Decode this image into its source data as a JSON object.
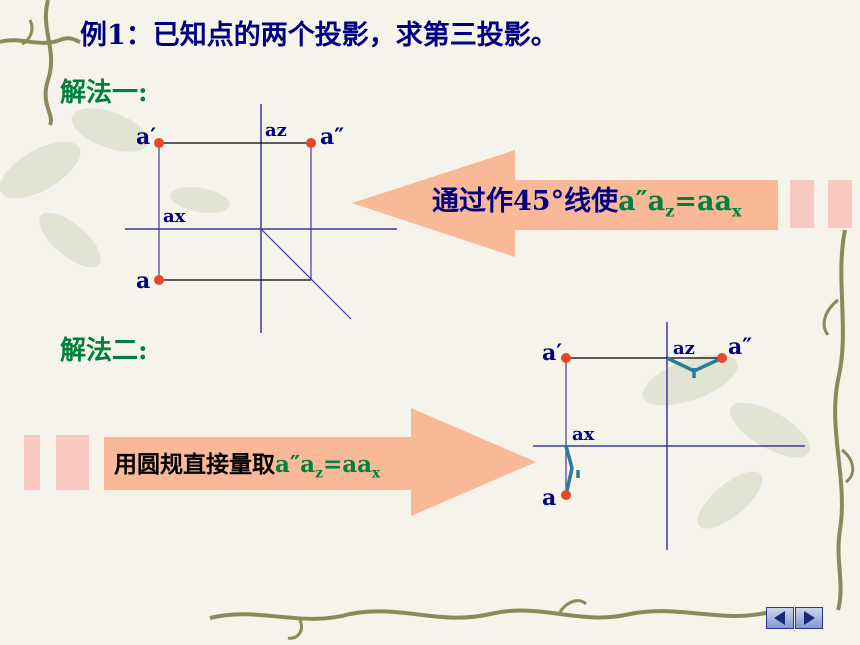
{
  "slide": {
    "title": "例1：已知点的两个投影，求第三投影。",
    "method1": "解法一:",
    "method2": "解法二:"
  },
  "diagram1": {
    "a_prime": "a′",
    "a_z": "az",
    "a_double_prime": "a″",
    "a_x": "ax",
    "a": "a"
  },
  "diagram2": {
    "a_prime": "a′",
    "a_z": "az",
    "a_double_prime": "a″",
    "a_x": "ax",
    "a": "a"
  },
  "arrow1": {
    "text": "通过作45°线使",
    "formula_a": "a″a",
    "formula_sub1": "z",
    "formula_b": "=aa",
    "formula_sub2": "x"
  },
  "arrow2": {
    "text": "用圆规直接量取",
    "formula_a": "a″a",
    "formula_sub1": "z",
    "formula_b": "=aa",
    "formula_sub2": "x"
  },
  "colors": {
    "line": "#3a3aa0",
    "point": "#e8462a",
    "arrow": "#f9b898",
    "title": "#000080",
    "method": "#00803c",
    "compass": "#2a7a9a"
  },
  "nav": {
    "prev": "previous-slide",
    "next": "next-slide"
  }
}
